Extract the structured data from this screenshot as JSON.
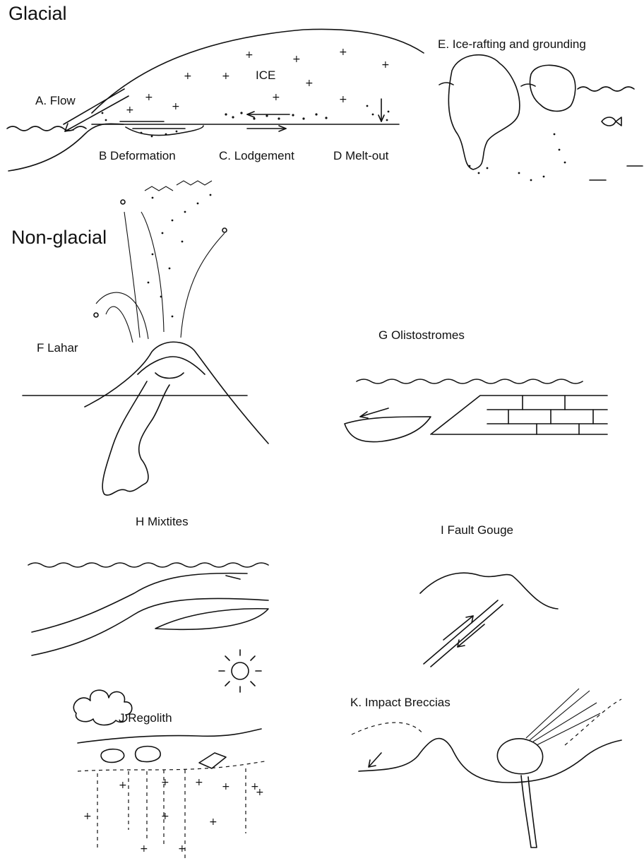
{
  "headings": {
    "glacial": "Glacial",
    "non_glacial": "Non-glacial"
  },
  "glacial": {
    "ice": "ICE",
    "flow": "A. Flow",
    "deformation": "B  Deformation",
    "lodgement": "C. Lodgement",
    "meltout": "D  Melt-out",
    "ice_rafting": "E. Ice-rafting and grounding"
  },
  "non_glacial": {
    "lahar": "F  Lahar",
    "olistostromes": "G  Olistostromes",
    "mixtites": "H  Mixtites",
    "fault_gouge": "I  Fault Gouge",
    "regolith": "J  Regolith",
    "impact_breccias": "K. Impact Breccias"
  }
}
